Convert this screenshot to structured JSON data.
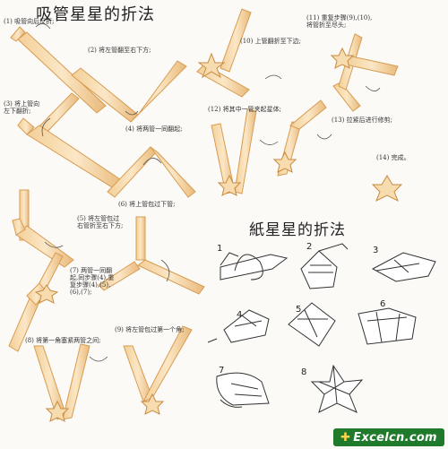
{
  "straw_section": {
    "title": "吸管星星的折法",
    "steps": [
      "(1)  吸管向后反折;",
      "(2)  将左管翻至右下方;",
      "(3)  将上管向\n左下翻折;",
      "(4)  将两管一同翻起;",
      "(5)  将左管包过\n右管折至右下方;",
      "(6)  将上管包过下管;",
      "(7)  两管一同翻\n起,同步骤(4),重\n复步骤(4),(5),\n(6),(7);",
      "(8)  将第一角塞紧两管之间;",
      "(9)  将左管包过第一个角;",
      "(10)  上管翻折至下边;",
      "(11)  重复步骤(9),(10),\n将管折至尽头;",
      "(12)  将其中一管夹起星体;",
      "(13)  拉紧后进行修剪;",
      "(14)  完成。"
    ]
  },
  "paper_section": {
    "title": "紙星星的折法",
    "step_numbers": [
      "1",
      "2",
      "3",
      "4",
      "5",
      "6",
      "7",
      "8"
    ]
  },
  "watermark": {
    "text": "Excelcn.com"
  },
  "colors": {
    "straw_fill": "#f5d7a8",
    "straw_stroke": "#d9a15a",
    "paper_stroke": "#333333",
    "watermark_bg": "#1f7a2c"
  },
  "icons": [
    "arrow-icon",
    "straw-icon",
    "star-icon",
    "paper-strip-icon",
    "hand-icon"
  ]
}
